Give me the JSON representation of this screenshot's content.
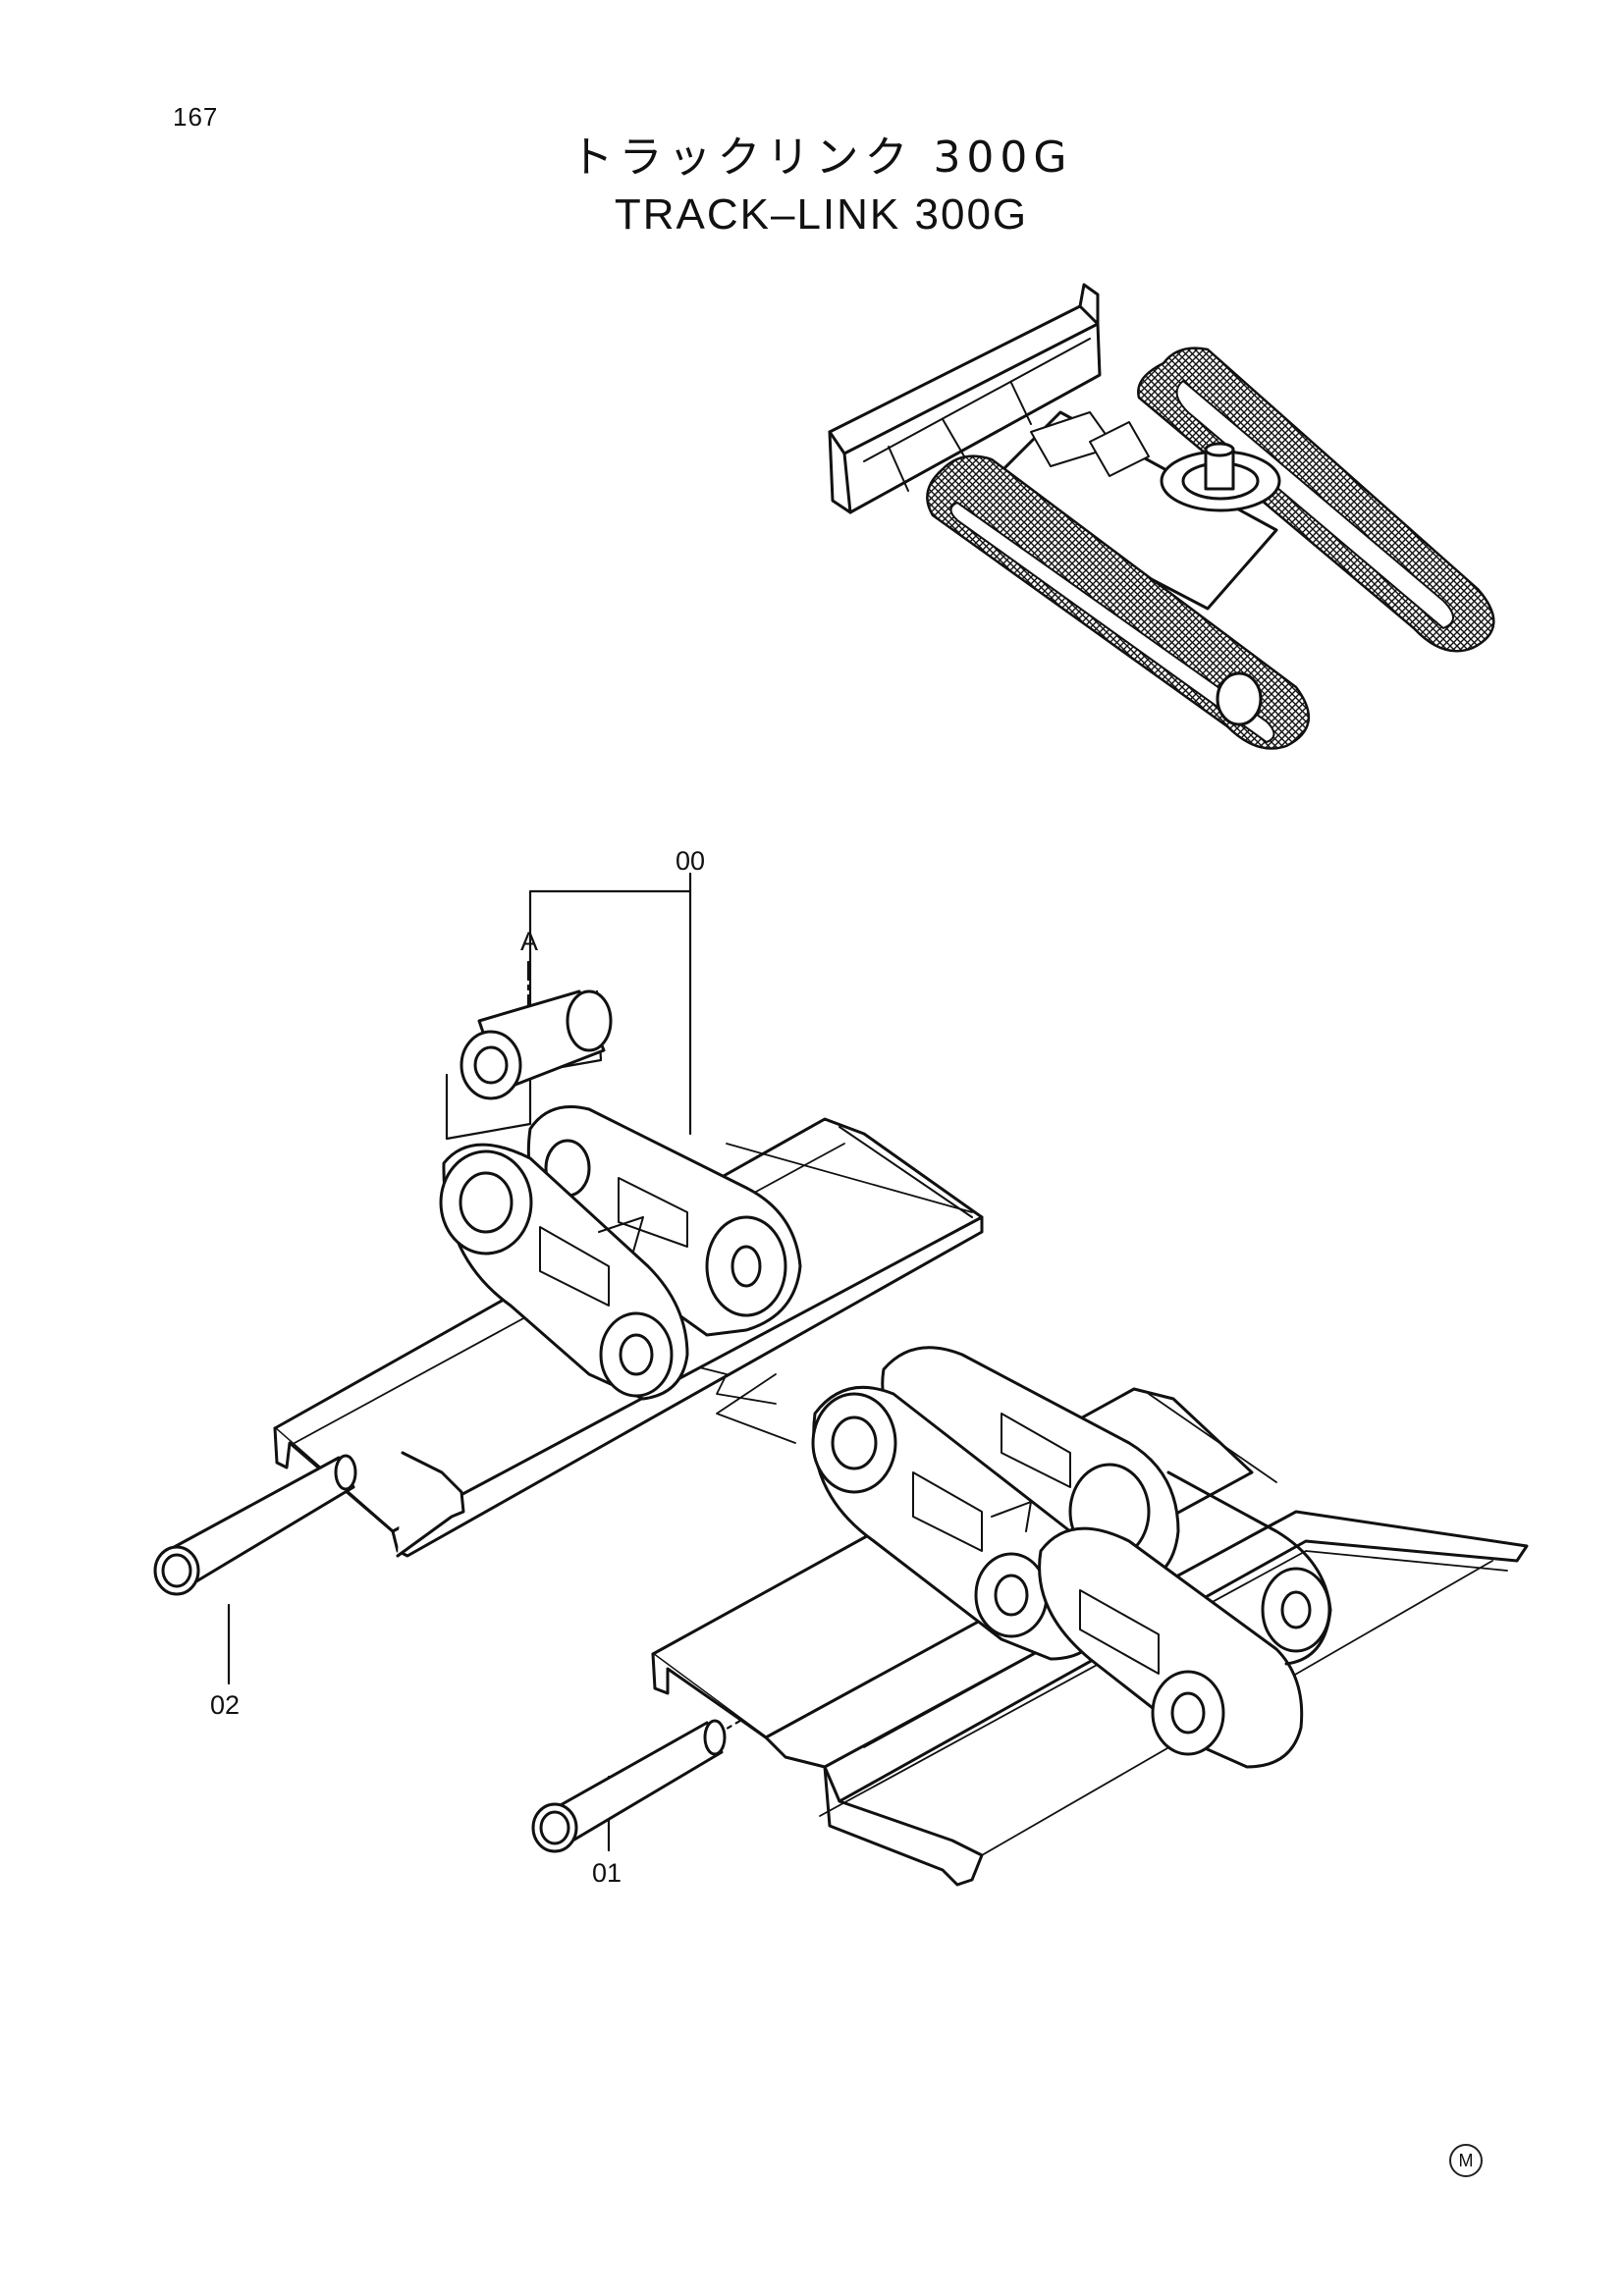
{
  "page": {
    "number": "167"
  },
  "title": {
    "japanese": "トラックリンク 300G",
    "english": "TRACK–LINK 300G"
  },
  "callouts": [
    {
      "id": "00",
      "label": "00"
    },
    {
      "id": "A",
      "label": "A"
    },
    {
      "id": "01",
      "label": "01"
    },
    {
      "id": "02",
      "label": "02"
    }
  ],
  "footer": {
    "mark": "M"
  }
}
